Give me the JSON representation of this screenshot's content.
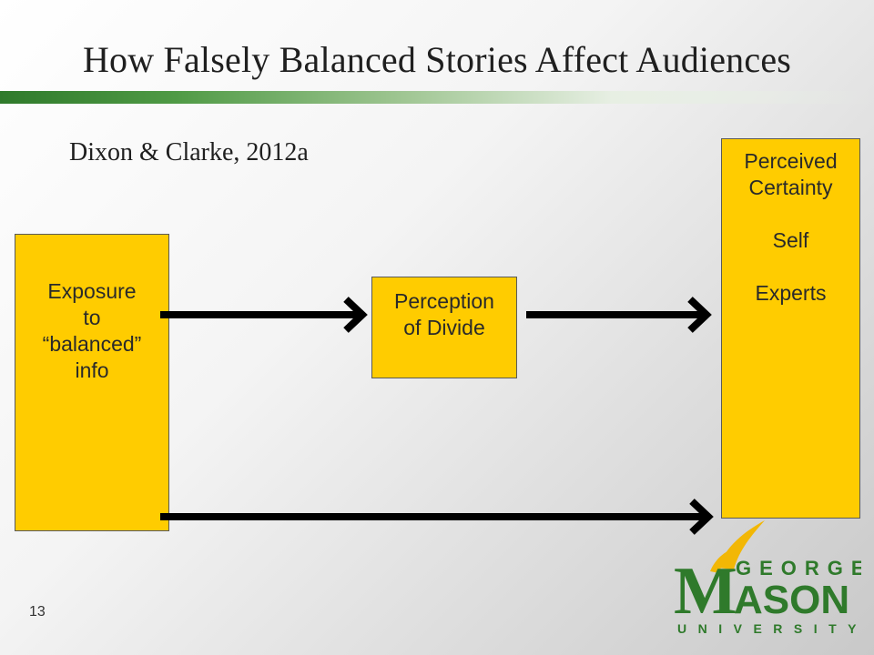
{
  "title": "How Falsely Balanced Stories Affect Audiences",
  "citation": "Dixon & Clarke, 2012a",
  "boxes": {
    "exposure": {
      "lines": [
        "Exposure",
        "to",
        "“balanced”",
        "info"
      ]
    },
    "divide": {
      "lines": [
        "Perception",
        "of Divide"
      ]
    },
    "certainty": {
      "lines": [
        "Perceived",
        "Certainty",
        "",
        "Self",
        "",
        "Experts"
      ]
    }
  },
  "logo": {
    "word1": "GEORGE",
    "word2_initial": "M",
    "word2_rest": "ASON",
    "word3": "UNIVERSITY"
  },
  "slide_number": "13",
  "colors": {
    "box_fill": "#ffcc00",
    "accent_green": "#2f7a2b",
    "logo_gold": "#f2b705"
  }
}
